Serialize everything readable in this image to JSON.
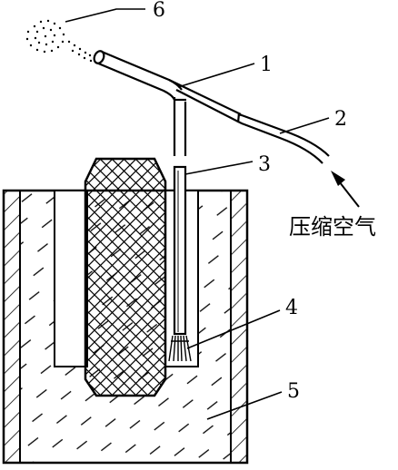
{
  "labels": {
    "l1": "1",
    "l2": "2",
    "l3": "3",
    "l4": "4",
    "l5": "5",
    "l6": "6",
    "air": "压缩空气"
  },
  "colors": {
    "ink": "#000000",
    "paper": "#ffffff"
  }
}
